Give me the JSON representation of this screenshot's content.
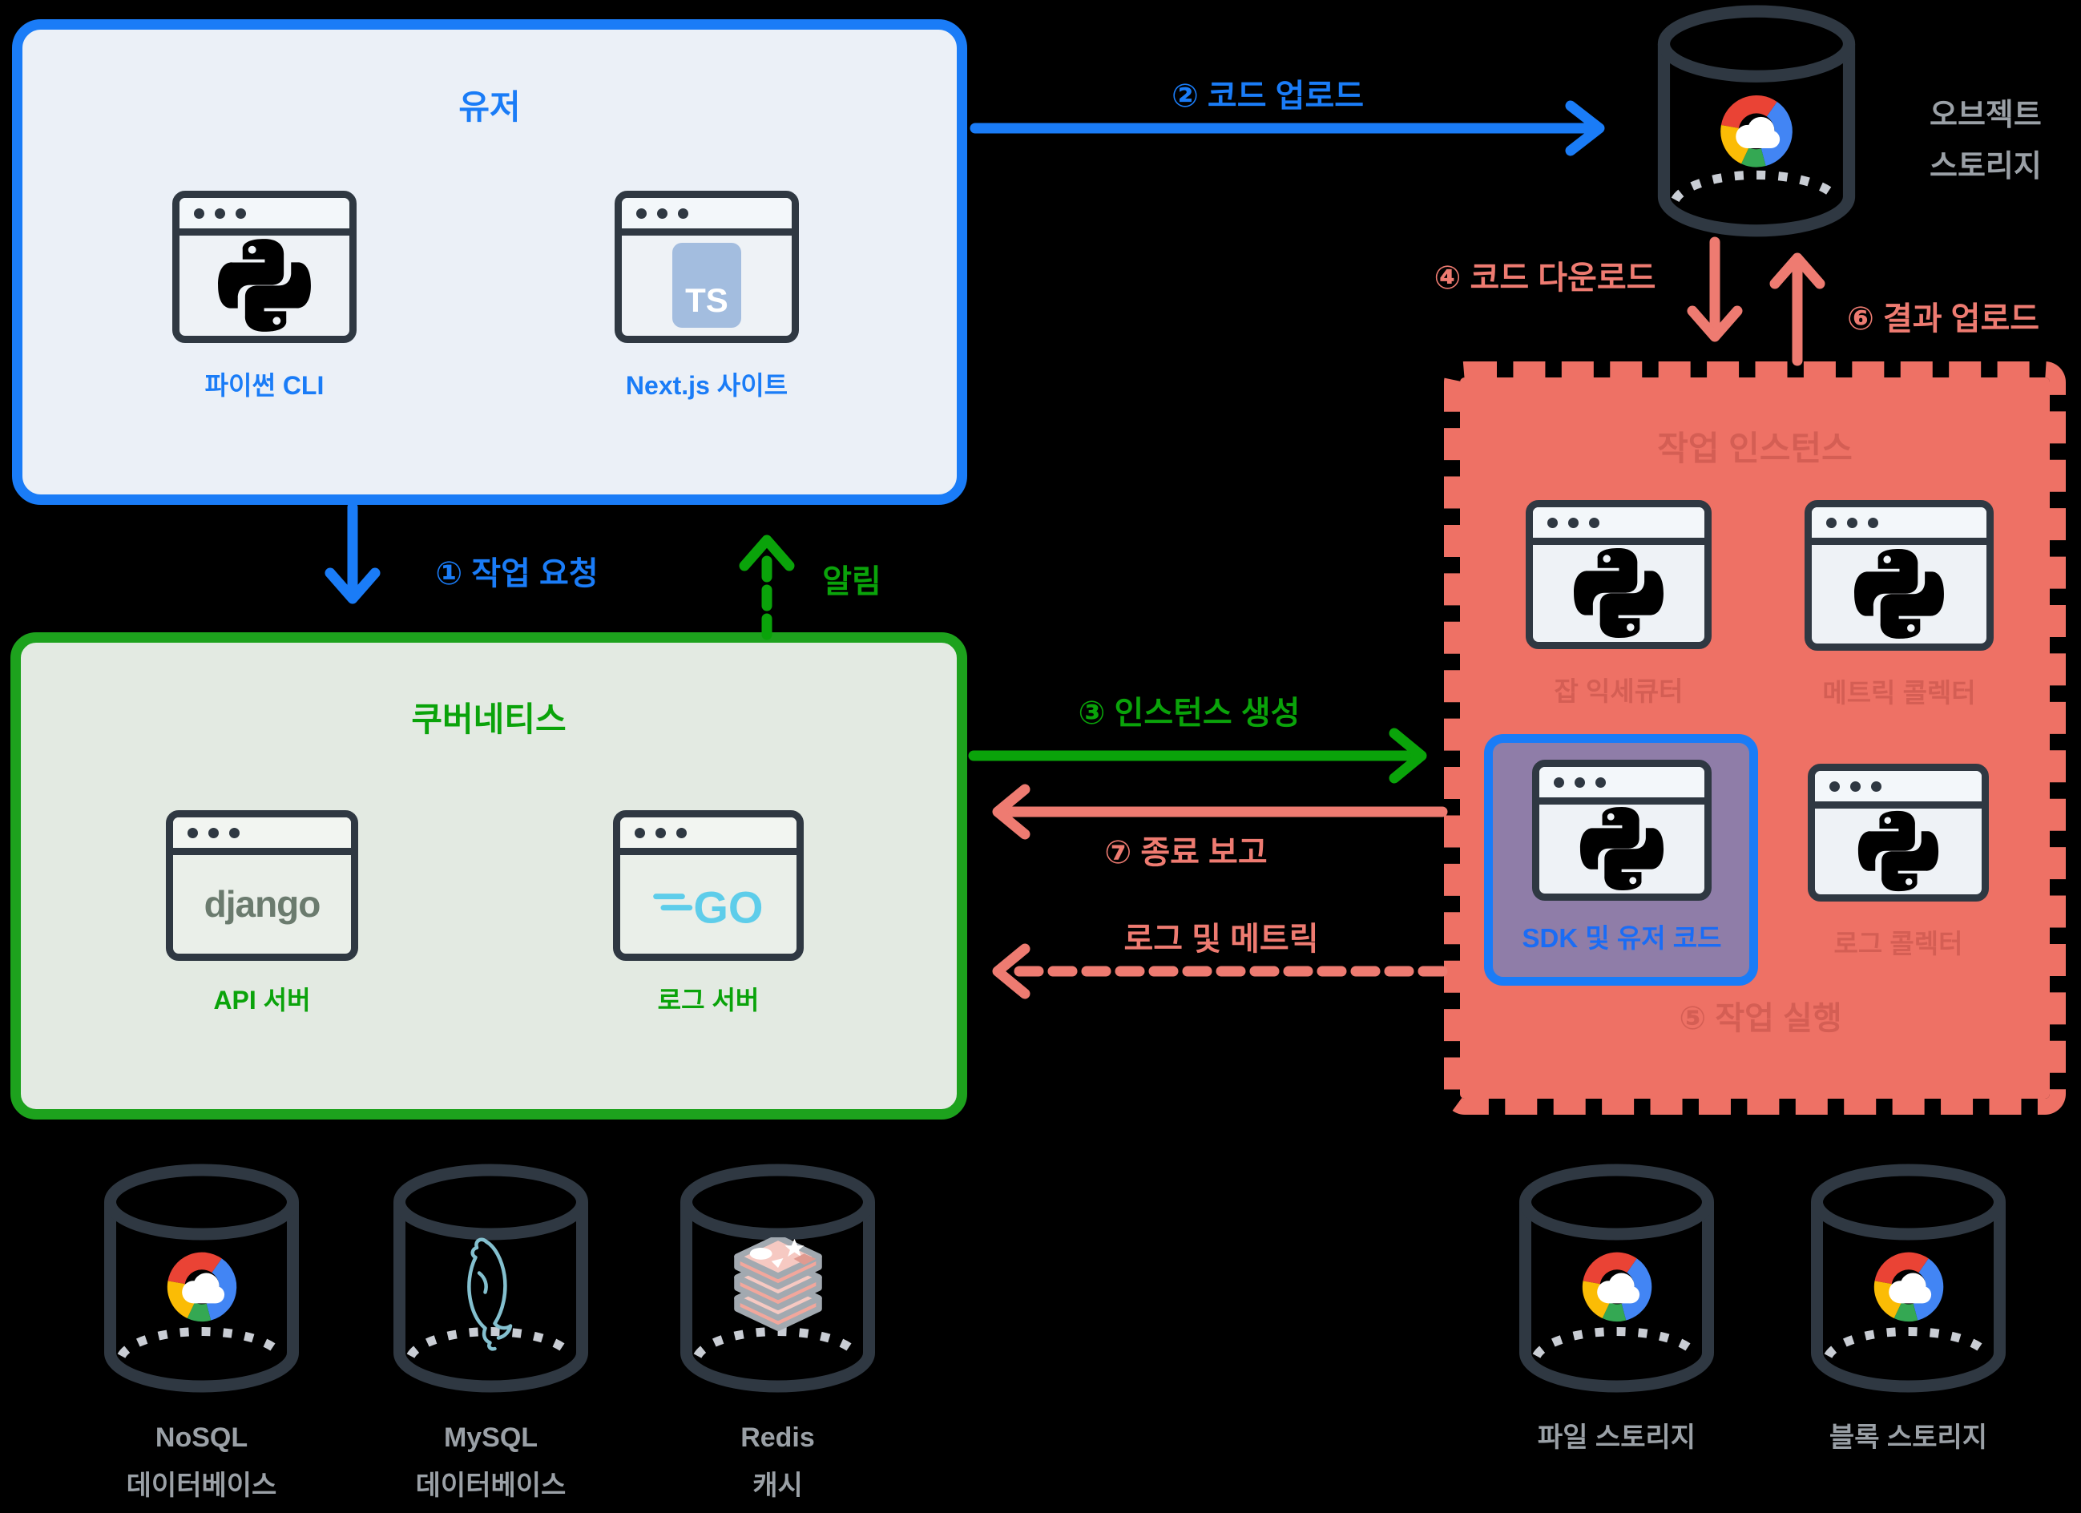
{
  "user_box": {
    "title": "유저",
    "apps": [
      {
        "label": "파이썬 CLI",
        "logo": "python-icon"
      },
      {
        "label": "Next.js 사이트",
        "logo": "typescript-icon"
      }
    ]
  },
  "kubernetes_box": {
    "title": "쿠버네티스",
    "apps": [
      {
        "label": "API 서버",
        "logo": "django-icon"
      },
      {
        "label": "로그 서버",
        "logo": "go-icon"
      }
    ]
  },
  "job_box": {
    "title": "작업 인스턴스",
    "windows": [
      {
        "label": "잡 익세큐터",
        "logo": "python-icon"
      },
      {
        "label": "메트릭 콜렉터",
        "logo": "python-icon"
      },
      {
        "label": "SDK 및 유저 코드",
        "logo": "python-icon",
        "highlighted": true
      },
      {
        "label": "로그 콜렉터",
        "logo": "python-icon"
      }
    ],
    "footer": "⑤ 작업 실행"
  },
  "object_storage": {
    "lines": [
      "오브젝트",
      "스토리지"
    ],
    "logo": "google-cloud-icon"
  },
  "flows": {
    "job_request": "① 작업 요청",
    "code_upload": "② 코드 업로드",
    "instance_create": "③  인스턴스 생성",
    "code_download": "④ 코드 다운로드",
    "result_upload": "⑥ 결과 업로드",
    "terminate_report": "⑦ 종료 보고",
    "notify": "알림",
    "logs_metrics": "로그 및 메트릭"
  },
  "datastores": [
    {
      "name": "NoSQL 데이터베이스",
      "lines": [
        "NoSQL",
        "데이터베이스"
      ],
      "logo": "google-cloud-icon"
    },
    {
      "name": "MySQL 데이터베이스",
      "lines": [
        "MySQL",
        "데이터베이스"
      ],
      "logo": "mysql-icon"
    },
    {
      "name": "Redis 캐시",
      "lines": [
        "Redis",
        "캐시"
      ],
      "logo": "redis-icon"
    },
    {
      "name": "파일 스토리지",
      "lines": [
        "파일 스토리지"
      ],
      "logo": "google-cloud-icon"
    },
    {
      "name": "블록 스토리지",
      "lines": [
        "블록 스토리지"
      ],
      "logo": "google-cloud-icon"
    }
  ],
  "logo_text": {
    "typescript": "TS",
    "go": "GO",
    "django": "django"
  },
  "colors": {
    "blue": "#1a7cf7",
    "green_border": "#1da21d",
    "green_text": "#0aa30a",
    "salmon_fill": "#ee7165",
    "salmon_text": "#ee7b71",
    "muted_red": "#d45e54",
    "purple": "#8f7da8",
    "gray_text": "#9aa0a6",
    "outline": "#2f3842",
    "gcp_red": "#ea4335",
    "gcp_yellow": "#fbbc05",
    "gcp_blue": "#4285f4",
    "gcp_green": "#34a853"
  }
}
